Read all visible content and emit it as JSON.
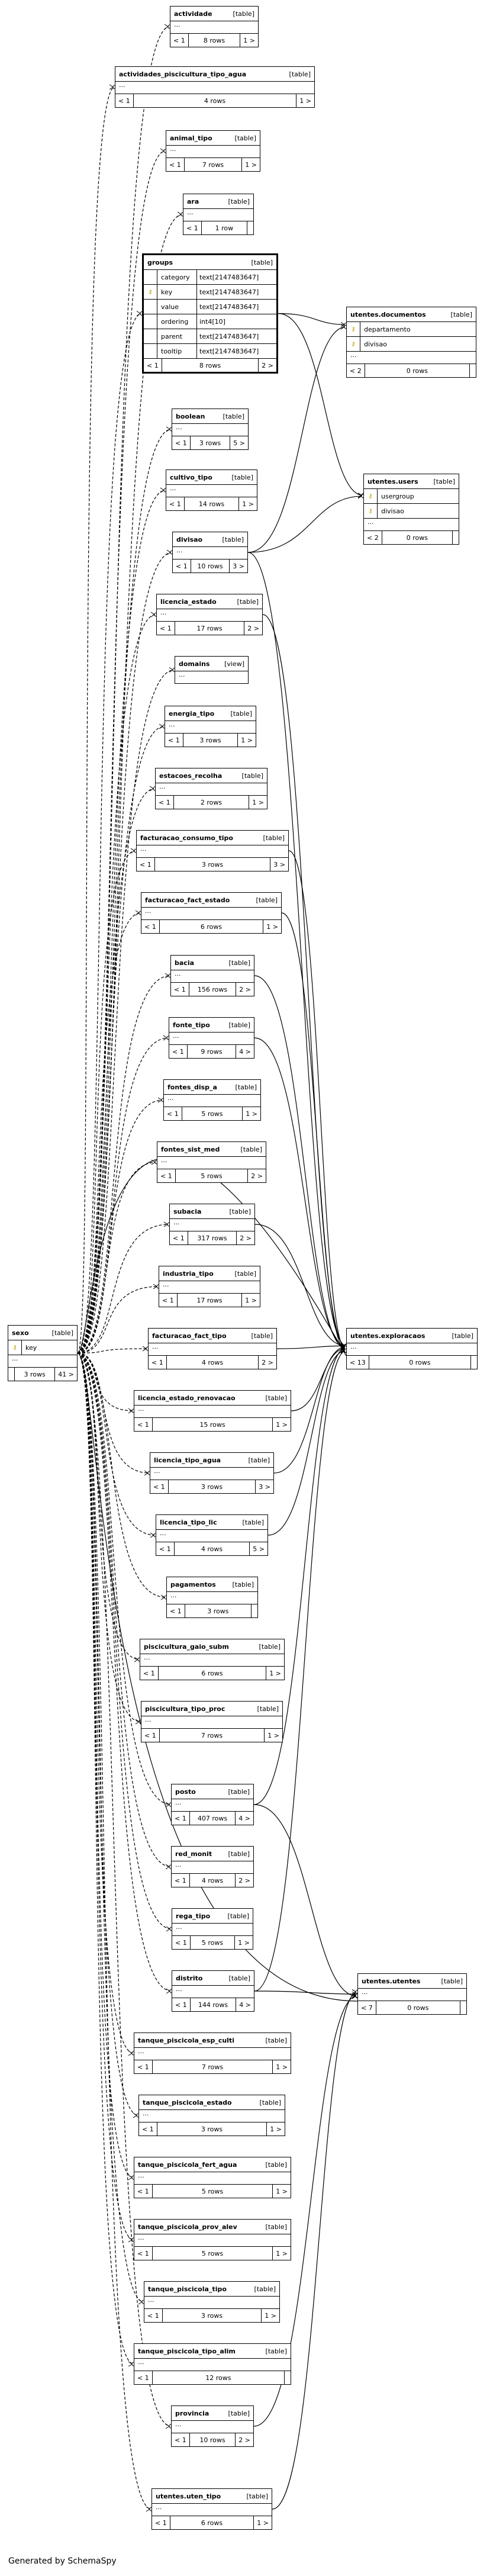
{
  "footer": "Generated by SchemaSpy",
  "tables": [
    {
      "id": "actividade",
      "name": "actividade",
      "kind": "[table]",
      "rows": "8 rows",
      "lt": "< 1",
      "gt": "1 >"
    },
    {
      "id": "actividades_piscicultura_tipo_agua",
      "name": "actividades_piscicultura_tipo_agua",
      "kind": "[table]",
      "rows": "4 rows",
      "lt": "< 1",
      "gt": "1 >"
    },
    {
      "id": "animal_tipo",
      "name": "animal_tipo",
      "kind": "[table]",
      "rows": "7 rows",
      "lt": "< 1",
      "gt": "1 >"
    },
    {
      "id": "ara",
      "name": "ara",
      "kind": "[table]",
      "rows": "1 row",
      "lt": "< 1",
      "gt": ""
    },
    {
      "id": "groups",
      "name": "groups",
      "kind": "[table]",
      "rows": "8 rows",
      "lt": "< 1",
      "gt": "2 >",
      "focus": true,
      "columns": [
        {
          "name": "category",
          "type": "text[2147483647]"
        },
        {
          "name": "key",
          "type": "text[2147483647]",
          "key": true
        },
        {
          "name": "value",
          "type": "text[2147483647]"
        },
        {
          "name": "ordering",
          "type": "int4[10]"
        },
        {
          "name": "parent",
          "type": "text[2147483647]"
        },
        {
          "name": "tooltip",
          "type": "text[2147483647]"
        }
      ]
    },
    {
      "id": "utentes_documentos",
      "name": "utentes.documentos",
      "kind": "[table]",
      "rows": "0 rows",
      "lt": "< 2",
      "gt": "",
      "columns": [
        {
          "name": "departamento",
          "key": true
        },
        {
          "name": "divisao",
          "key": true
        }
      ]
    },
    {
      "id": "boolean",
      "name": "boolean",
      "kind": "[table]",
      "rows": "3 rows",
      "lt": "< 1",
      "gt": "5 >"
    },
    {
      "id": "cultivo_tipo",
      "name": "cultivo_tipo",
      "kind": "[table]",
      "rows": "14 rows",
      "lt": "< 1",
      "gt": "1 >"
    },
    {
      "id": "utentes_users",
      "name": "utentes.users",
      "kind": "[table]",
      "rows": "0 rows",
      "lt": "< 2",
      "gt": "",
      "columns": [
        {
          "name": "usergroup",
          "key": true
        },
        {
          "name": "divisao",
          "key": true
        }
      ]
    },
    {
      "id": "divisao",
      "name": "divisao",
      "kind": "[table]",
      "rows": "10 rows",
      "lt": "< 1",
      "gt": "3 >"
    },
    {
      "id": "licencia_estado",
      "name": "licencia_estado",
      "kind": "[table]",
      "rows": "17 rows",
      "lt": "< 1",
      "gt": "2 >"
    },
    {
      "id": "domains",
      "name": "domains",
      "kind": "[view]",
      "rows": "",
      "lt": "",
      "gt": "",
      "noFooter": true
    },
    {
      "id": "energia_tipo",
      "name": "energia_tipo",
      "kind": "[table]",
      "rows": "3 rows",
      "lt": "< 1",
      "gt": "1 >"
    },
    {
      "id": "estacoes_recolha",
      "name": "estacoes_recolha",
      "kind": "[table]",
      "rows": "2 rows",
      "lt": "< 1",
      "gt": "1 >"
    },
    {
      "id": "facturacao_consumo_tipo",
      "name": "facturacao_consumo_tipo",
      "kind": "[table]",
      "rows": "3 rows",
      "lt": "< 1",
      "gt": "3 >"
    },
    {
      "id": "facturacao_fact_estado",
      "name": "facturacao_fact_estado",
      "kind": "[table]",
      "rows": "6 rows",
      "lt": "< 1",
      "gt": "1 >"
    },
    {
      "id": "bacia",
      "name": "bacia",
      "kind": "[table]",
      "rows": "156 rows",
      "lt": "< 1",
      "gt": "2 >"
    },
    {
      "id": "fonte_tipo",
      "name": "fonte_tipo",
      "kind": "[table]",
      "rows": "9 rows",
      "lt": "< 1",
      "gt": "4 >"
    },
    {
      "id": "fontes_disp_a",
      "name": "fontes_disp_a",
      "kind": "[table]",
      "rows": "5 rows",
      "lt": "< 1",
      "gt": "1 >"
    },
    {
      "id": "fontes_sist_med",
      "name": "fontes_sist_med",
      "kind": "[table]",
      "rows": "5 rows",
      "lt": "< 1",
      "gt": "2 >"
    },
    {
      "id": "subacia",
      "name": "subacia",
      "kind": "[table]",
      "rows": "317 rows",
      "lt": "< 1",
      "gt": "2 >"
    },
    {
      "id": "industria_tipo",
      "name": "industria_tipo",
      "kind": "[table]",
      "rows": "17 rows",
      "lt": "< 1",
      "gt": "1 >"
    },
    {
      "id": "sexo",
      "name": "sexo",
      "kind": "[table]",
      "rows": "3 rows",
      "lt": "",
      "gt": "41 >",
      "columns": [
        {
          "name": "key",
          "key": true
        }
      ]
    },
    {
      "id": "facturacao_fact_tipo",
      "name": "facturacao_fact_tipo",
      "kind": "[table]",
      "rows": "4 rows",
      "lt": "< 1",
      "gt": "2 >"
    },
    {
      "id": "utentes_exploracaos",
      "name": "utentes.exploracaos",
      "kind": "[table]",
      "rows": "0 rows",
      "lt": "< 13",
      "gt": ""
    },
    {
      "id": "licencia_estado_renovacao",
      "name": "licencia_estado_renovacao",
      "kind": "[table]",
      "rows": "15 rows",
      "lt": "< 1",
      "gt": "1 >"
    },
    {
      "id": "licencia_tipo_agua",
      "name": "licencia_tipo_agua",
      "kind": "[table]",
      "rows": "3 rows",
      "lt": "< 1",
      "gt": "3 >"
    },
    {
      "id": "licencia_tipo_lic",
      "name": "licencia_tipo_lic",
      "kind": "[table]",
      "rows": "4 rows",
      "lt": "< 1",
      "gt": "5 >"
    },
    {
      "id": "pagamentos",
      "name": "pagamentos",
      "kind": "[table]",
      "rows": "3 rows",
      "lt": "< 1",
      "gt": ""
    },
    {
      "id": "piscicultura_gaio_subm",
      "name": "piscicultura_gaio_subm",
      "kind": "[table]",
      "rows": "6 rows",
      "lt": "< 1",
      "gt": "1 >"
    },
    {
      "id": "piscicultura_tipo_proc",
      "name": "piscicultura_tipo_proc",
      "kind": "[table]",
      "rows": "7 rows",
      "lt": "< 1",
      "gt": "1 >"
    },
    {
      "id": "posto",
      "name": "posto",
      "kind": "[table]",
      "rows": "407 rows",
      "lt": "< 1",
      "gt": "4 >"
    },
    {
      "id": "red_monit",
      "name": "red_monit",
      "kind": "[table]",
      "rows": "4 rows",
      "lt": "< 1",
      "gt": "2 >"
    },
    {
      "id": "rega_tipo",
      "name": "rega_tipo",
      "kind": "[table]",
      "rows": "5 rows",
      "lt": "< 1",
      "gt": "1 >"
    },
    {
      "id": "distrito",
      "name": "distrito",
      "kind": "[table]",
      "rows": "144 rows",
      "lt": "< 1",
      "gt": "4 >"
    },
    {
      "id": "utentes_utentes",
      "name": "utentes.utentes",
      "kind": "[table]",
      "rows": "0 rows",
      "lt": "< 7",
      "gt": ""
    },
    {
      "id": "tanque_piscicola_esp_culti",
      "name": "tanque_piscicola_esp_culti",
      "kind": "[table]",
      "rows": "7 rows",
      "lt": "< 1",
      "gt": "1 >"
    },
    {
      "id": "tanque_piscicola_estado",
      "name": "tanque_piscicola_estado",
      "kind": "[table]",
      "rows": "3 rows",
      "lt": "< 1",
      "gt": "1 >"
    },
    {
      "id": "tanque_piscicola_fert_agua",
      "name": "tanque_piscicola_fert_agua",
      "kind": "[table]",
      "rows": "5 rows",
      "lt": "< 1",
      "gt": "1 >"
    },
    {
      "id": "tanque_piscicola_prov_alev",
      "name": "tanque_piscicola_prov_alev",
      "kind": "[table]",
      "rows": "5 rows",
      "lt": "< 1",
      "gt": "1 >"
    },
    {
      "id": "tanque_piscicola_tipo",
      "name": "tanque_piscicola_tipo",
      "kind": "[table]",
      "rows": "3 rows",
      "lt": "< 1",
      "gt": "1 >"
    },
    {
      "id": "tanque_piscicola_tipo_alim",
      "name": "tanque_piscicola_tipo_alim",
      "kind": "[table]",
      "rows": "12 rows",
      "lt": "< 1",
      "gt": ""
    },
    {
      "id": "provincia",
      "name": "provincia",
      "kind": "[table]",
      "rows": "10 rows",
      "lt": "< 1",
      "gt": "2 >"
    },
    {
      "id": "utentes_uten_tipo",
      "name": "utentes.uten_tipo",
      "kind": "[table]",
      "rows": "6 rows",
      "lt": "< 1",
      "gt": "1 >"
    }
  ]
}
